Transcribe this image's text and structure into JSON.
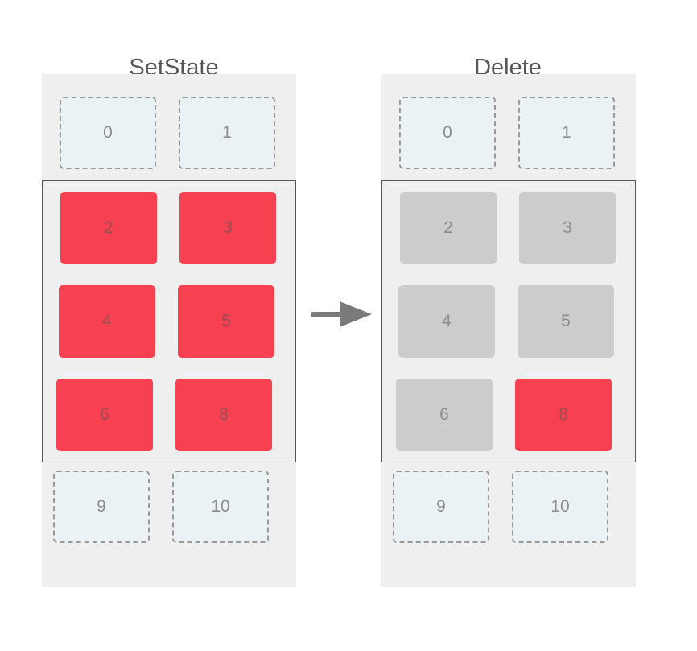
{
  "panels": [
    {
      "title": "SetState",
      "cells": [
        {
          "label": "0",
          "state": "offscreen"
        },
        {
          "label": "1",
          "state": "offscreen"
        },
        {
          "label": "2",
          "state": "active"
        },
        {
          "label": "3",
          "state": "active"
        },
        {
          "label": "4",
          "state": "active"
        },
        {
          "label": "5",
          "state": "active"
        },
        {
          "label": "6",
          "state": "active"
        },
        {
          "label": "8",
          "state": "active"
        },
        {
          "label": "9",
          "state": "offscreen"
        },
        {
          "label": "10",
          "state": "offscreen"
        }
      ]
    },
    {
      "title": "Delete",
      "cells": [
        {
          "label": "0",
          "state": "offscreen"
        },
        {
          "label": "1",
          "state": "offscreen"
        },
        {
          "label": "2",
          "state": "inactive"
        },
        {
          "label": "3",
          "state": "inactive"
        },
        {
          "label": "4",
          "state": "inactive"
        },
        {
          "label": "5",
          "state": "inactive"
        },
        {
          "label": "6",
          "state": "inactive"
        },
        {
          "label": "8",
          "state": "active"
        },
        {
          "label": "9",
          "state": "offscreen"
        },
        {
          "label": "10",
          "state": "offscreen"
        }
      ]
    }
  ],
  "colors": {
    "active": "#f74150",
    "inactive": "#cccccc",
    "offscreen": "#eaf2f5",
    "panel": "#efefef",
    "arrow": "#7a7a7a"
  }
}
